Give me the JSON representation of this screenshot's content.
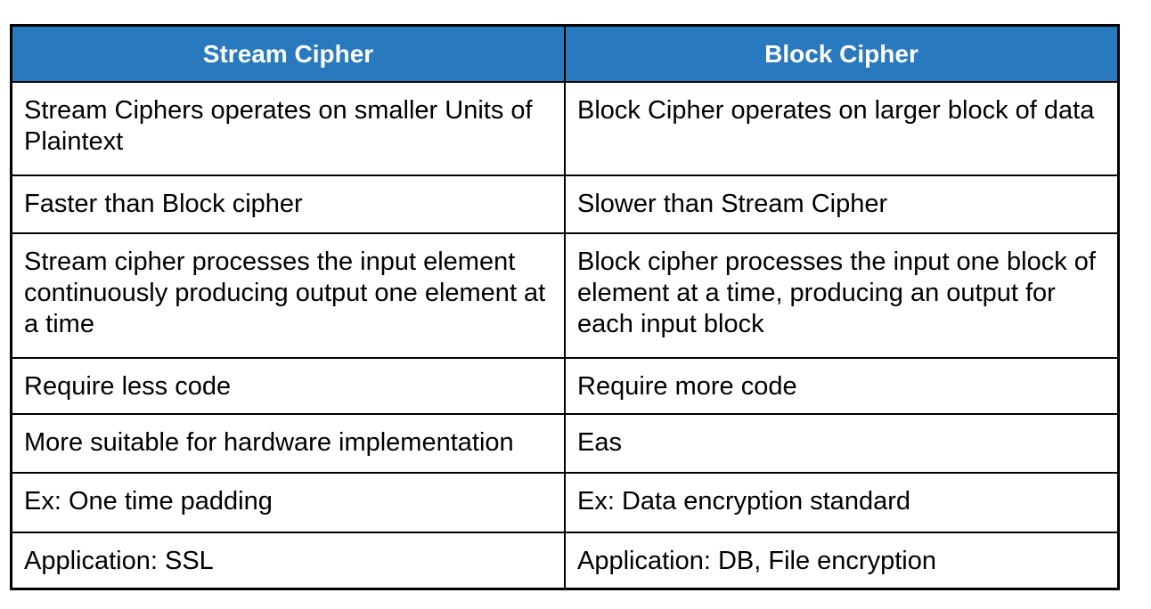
{
  "page": {
    "background_color": "#ffffff"
  },
  "table": {
    "title": "Stream Cipher vs Block Cipher comparison table",
    "style": {
      "header_background": "#2879bd",
      "header_text_color": "#ffffff",
      "border_color": "#000000",
      "body_text_color": "#000000",
      "cell_background": "#ffffff"
    },
    "columns": [
      "Stream Cipher",
      "Block Cipher"
    ],
    "rows": [
      {
        "left": "Stream Ciphers operates on smaller Units of\nPlaintext",
        "right": "Block Cipher operates on larger block of data"
      },
      {
        "left": "Faster than Block cipher",
        "right": "Slower than Stream Cipher"
      },
      {
        "left": "Stream cipher processes the input element\ncontinuously producing output one element at\na time",
        "right": "Block cipher processes the input one block of\nelement at a time, producing an output for\neach input block"
      },
      {
        "left": "Require less code",
        "right": "Require more code"
      },
      {
        "left": "More suitable for hardware implementation",
        "right": "Eas"
      },
      {
        "left": "Ex: One time padding",
        "right": "Ex: Data encryption standard"
      },
      {
        "left": "Application: SSL",
        "right": "Application: DB, File encryption"
      }
    ]
  }
}
